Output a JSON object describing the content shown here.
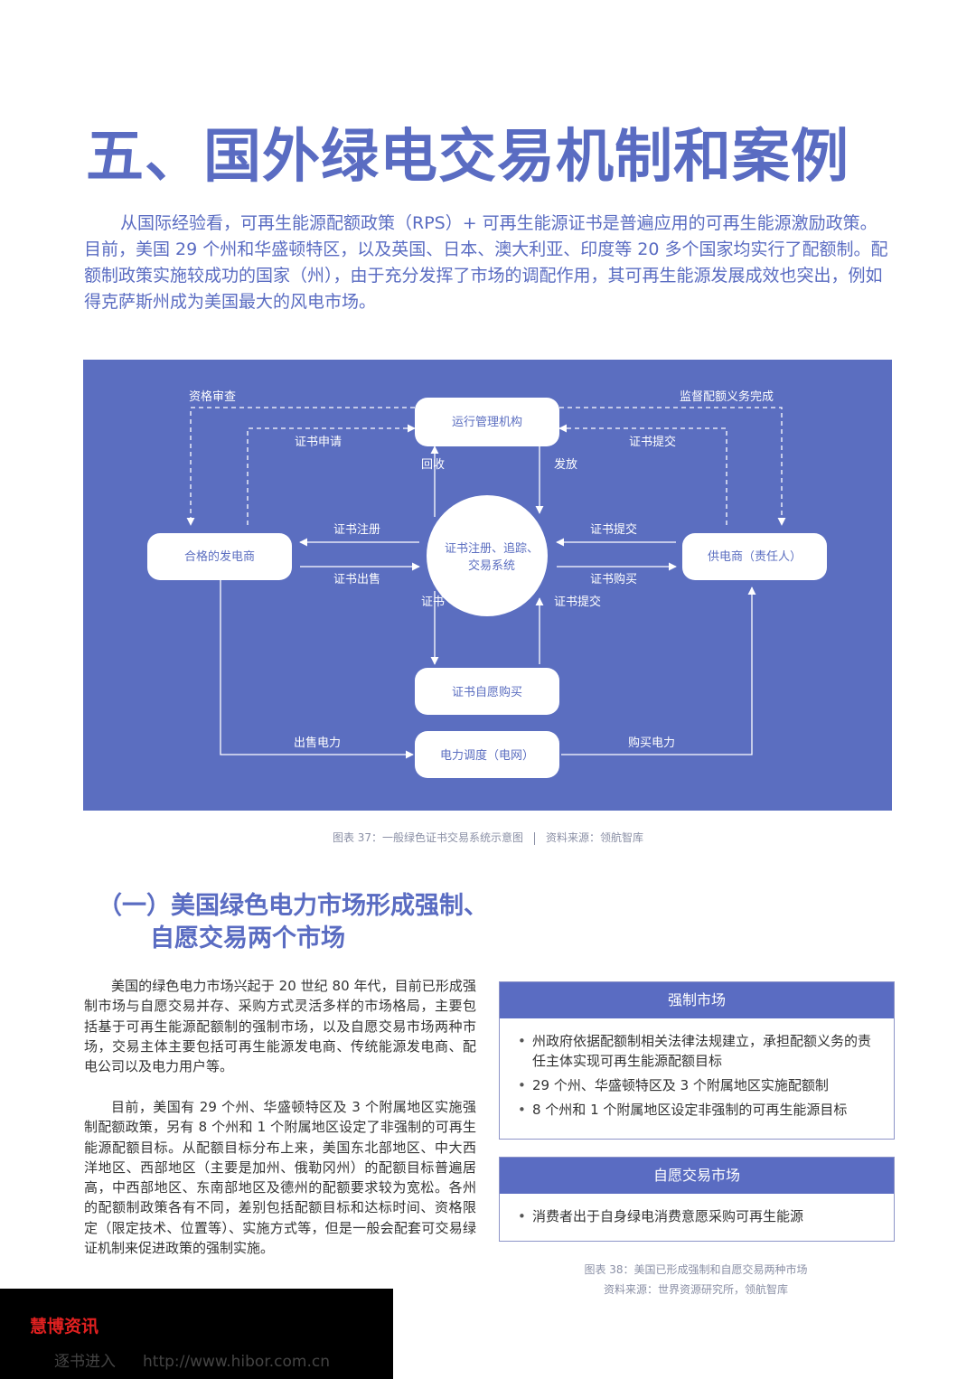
{
  "heading": "五、国外绿电交易机制和案例",
  "intro": "从国际经验看，可再生能源配额政策（RPS）+ 可再生能源证书是普遍应用的可再生能源激励政策。目前，美国 29 个州和华盛顿特区，以及英国、日本、澳大利亚、印度等 20 多个国家均实行了配额制。配额制政策实施较成功的国家（州），由于充分发挥了市场的调配作用，其可再生能源发展成效也突出，例如得克萨斯州成为美国最大的风电市场。",
  "diagram": {
    "bg_color": "#5b6ec0",
    "nodes": {
      "admin": "运行管理机构",
      "center_line1": "证书注册、追踪、",
      "center_line2": "交易系统",
      "generator": "合格的发电商",
      "supplier": "供电商（责任人）",
      "voluntary": "证书自愿购买",
      "grid": "电力调度（电网）"
    },
    "labels": {
      "qualification": "资格审查",
      "supervise": "监督配额义务完成",
      "cert_apply": "证书申请",
      "cert_submit_top": "证书提交",
      "recall": "回收",
      "issue": "发放",
      "cert_register": "证书注册",
      "cert_submit_right": "证书提交",
      "cert_sell": "证书出售",
      "cert_buy": "证书购买",
      "cert_partial": "证书",
      "cert_submit_bottom": "证书提交",
      "sell_power": "出售电力",
      "buy_power": "购买电力"
    }
  },
  "caption37": {
    "left": "图表 37：一般绿色证书交易系统示意图",
    "right": "资料来源：领航智库"
  },
  "section": {
    "line1": "（一）美国绿色电力市场形成强制、",
    "line2": "自愿交易两个市场"
  },
  "para1": "美国的绿色电力市场兴起于 20 世纪 80 年代，目前已形成强制市场与自愿交易并存、采购方式灵活多样的市场格局，主要包括基于可再生能源配额制的强制市场，以及自愿交易市场两种市场，交易主体主要包括可再生能源发电商、传统能源发电商、配电公司以及电力用户等。",
  "para2": "目前，美国有 29 个州、华盛顿特区及 3 个附属地区实施强制配额政策，另有 8 个州和 1 个附属地区设定了非强制的可再生能源配额目标。从配额目标分布上来，美国东北部地区、中大西洋地区、西部地区（主要是加州、俄勒冈州）的配额目标普遍居高，中西部地区、东南部地区及德州的配额要求较为宽松。各州的配额制政策各有不同，差别包括配额目标和达标时间、资格限定（限定技术、位置等）、实施方式等，但是一般会配套可交易绿证机制来促进政策的强制实施。",
  "box1": {
    "title": "强制市场",
    "items": [
      "州政府依据配额制相关法律法规建立，承担配额义务的责任主体实现可再生能源配额目标",
      "29 个州、华盛顿特区及 3 个附属地区实施配额制",
      "8 个州和 1 个附属地区设定非强制的可再生能源目标"
    ]
  },
  "box2": {
    "title": "自愿交易市场",
    "items": [
      "消费者出于自身绿电消费意愿采购可再生能源"
    ]
  },
  "caption38": {
    "line1": "图表 38：美国已形成强制和自愿交易两种市场",
    "line2": "资料来源：世界资源研究所，领航智库"
  },
  "watermark": {
    "brand": "慧博资讯",
    "sub": "逐书进入",
    "url": "http://www.hibor.com.cn"
  }
}
